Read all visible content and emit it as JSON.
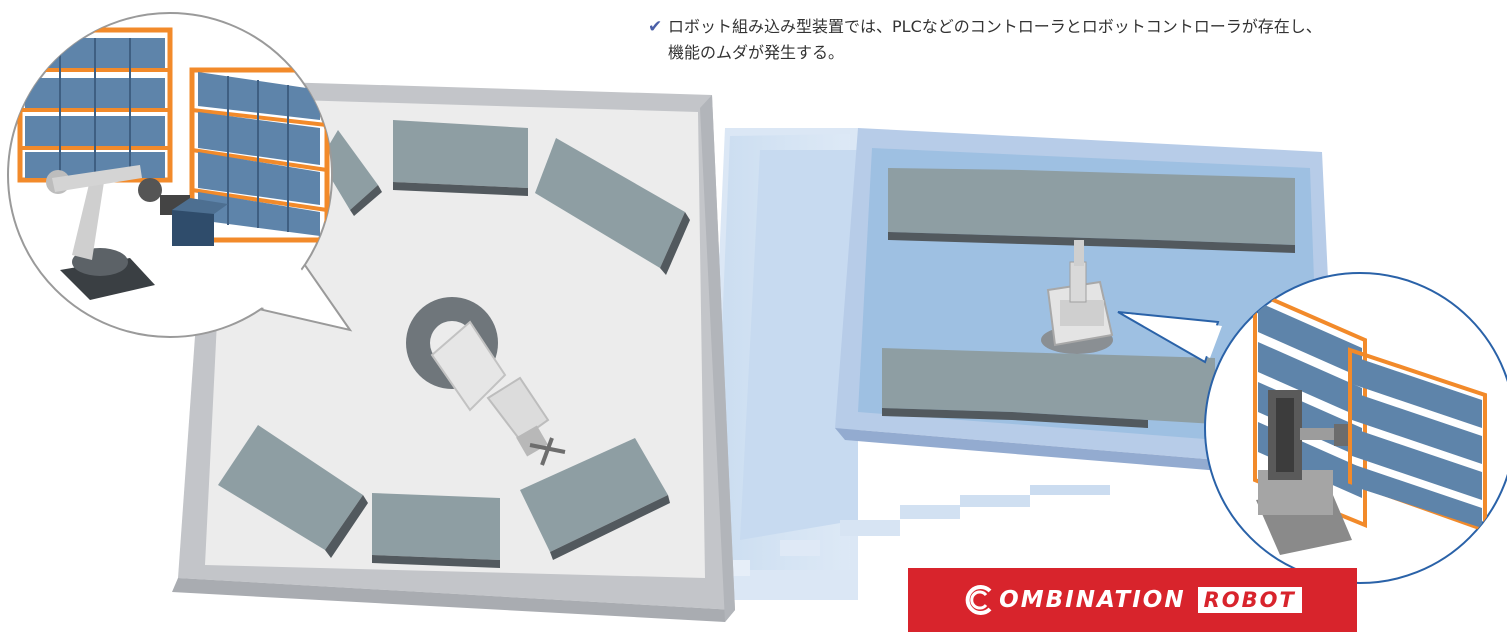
{
  "note": {
    "line1": "ロボット組み込み型装置では、PLCなどのコントローラとロボットコントローラが存在し、",
    "line2": "機能のムダが発生する。",
    "check_icon": "checkmark-icon",
    "accent_color": "#4a5fa8"
  },
  "badge": {
    "word1": "OMBINATION",
    "word2": "ROBOT",
    "logo_icon": "c-ring-logo-icon",
    "background_color": "#d8242c"
  },
  "scene": {
    "left_room": "conventional robot-integrated equipment layout",
    "right_room": "combination robot layout",
    "colors": {
      "box": "#8e9ea3",
      "shelf_frame": "#f28a2a",
      "bin": "#5e84aa",
      "floor_blue": "#9ec0e2"
    }
  }
}
